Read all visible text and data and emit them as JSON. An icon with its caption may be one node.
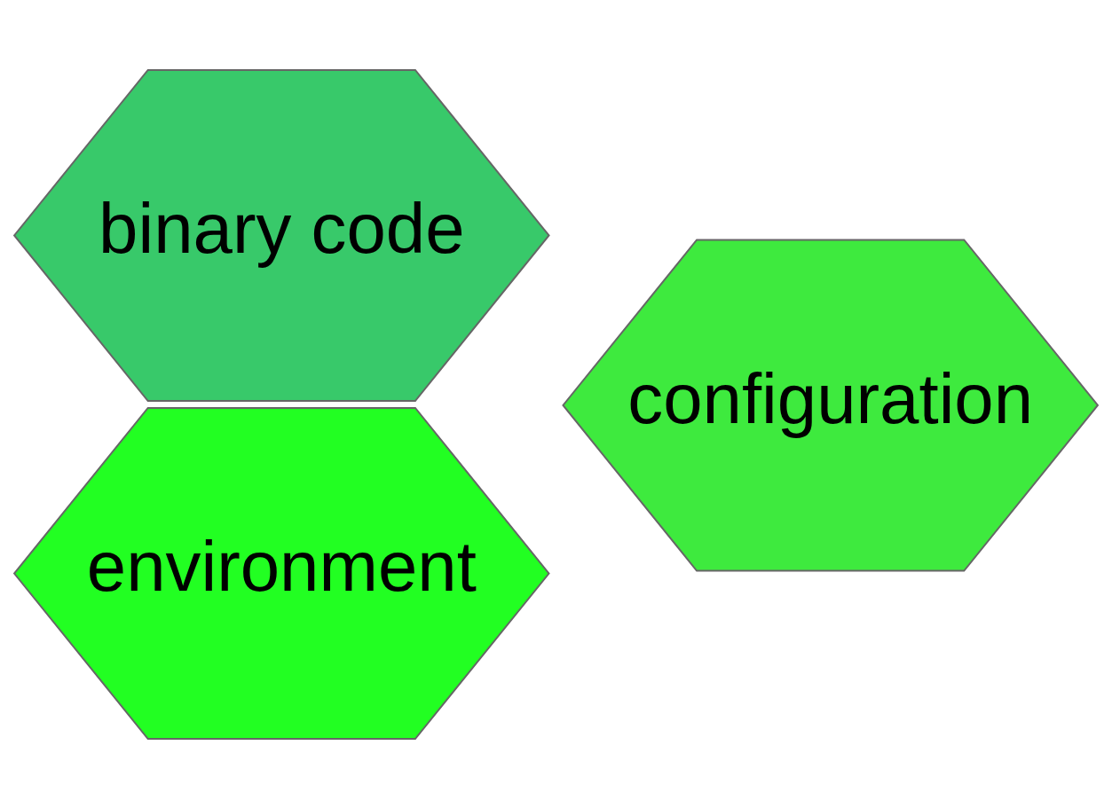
{
  "diagram": {
    "nodes": [
      {
        "text": [
          "binary code"
        ]
      },
      {
        "text": [
          "configuration"
        ]
      },
      {
        "text": [
          "environment"
        ]
      }
    ],
    "edges": []
  }
}
